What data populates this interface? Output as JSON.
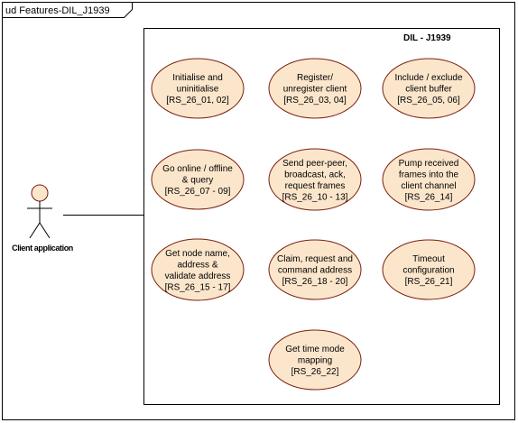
{
  "frame": {
    "title": "ud Features-DIL_J1939"
  },
  "system": {
    "title": "DIL - J1939"
  },
  "actor": {
    "name": "Client application"
  },
  "use_cases": [
    {
      "id": "uc-init",
      "lines": [
        "Initialise and",
        "uninitialise",
        "[RS_26_01, 02]"
      ]
    },
    {
      "id": "uc-register",
      "lines": [
        "Register/",
        "unregister client",
        "[RS_26_03, 04]"
      ]
    },
    {
      "id": "uc-buffer",
      "lines": [
        "Include / exclude",
        "client buffer",
        "[RS_26_05, 06]"
      ]
    },
    {
      "id": "uc-online",
      "lines": [
        "Go online / offline",
        "& query",
        "[RS_26_07 - 09]"
      ]
    },
    {
      "id": "uc-send",
      "lines": [
        "Send peer-peer,",
        "broadcast, ack,",
        "request frames",
        "[RS_26_10 - 13]"
      ]
    },
    {
      "id": "uc-pump",
      "lines": [
        "Pump received",
        "frames into the",
        "client channel",
        "[RS_26_14]"
      ]
    },
    {
      "id": "uc-nodename",
      "lines": [
        "Get node name,",
        "address &",
        "validate address",
        "[RS_26_15 - 17]"
      ]
    },
    {
      "id": "uc-claim",
      "lines": [
        "Claim, request and",
        "command address",
        "[RS_26_18 - 20]"
      ]
    },
    {
      "id": "uc-timeout",
      "lines": [
        "Timeout",
        "configuration",
        "[RS_26_21]"
      ]
    },
    {
      "id": "uc-timemode",
      "lines": [
        "Get time mode",
        "mapping",
        "[RS_26_22]"
      ]
    }
  ],
  "colors": {
    "use_case_fill": "#FBE6CC",
    "use_case_stroke": "#7A1F0E",
    "actor_fill": "#FBE6CC",
    "line": "#000000"
  }
}
